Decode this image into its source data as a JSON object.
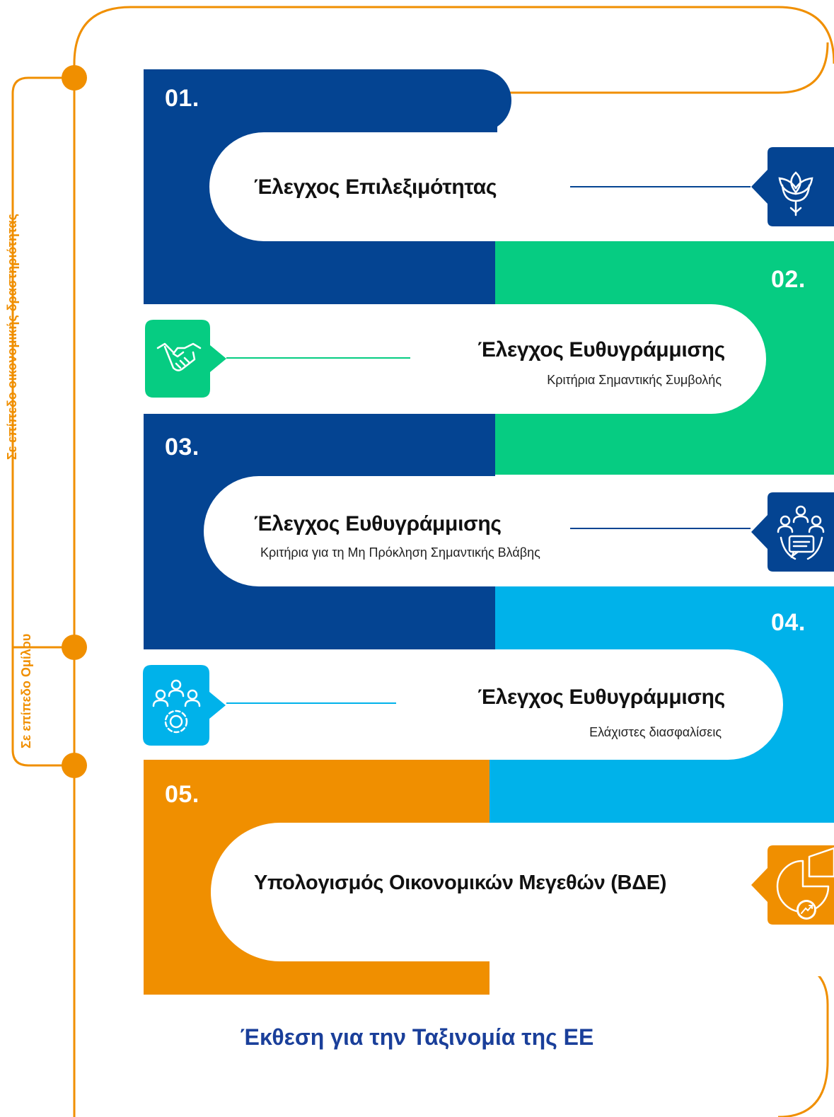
{
  "side_labels": {
    "activity_level": "Σε επίπεδο οικονομικής δραστηριότητας",
    "group_level": "Σε επίπεδο Ομίλου"
  },
  "steps": [
    {
      "number": "01.",
      "title": "Έλεγχος Επιλεξιμότητας",
      "subtitle": "",
      "icon": "plant-icon",
      "color": "#044492"
    },
    {
      "number": "02.",
      "title": "Έλεγχος Ευθυγράμμισης",
      "subtitle": "Κριτήρια Σημαντικής Συμβολής",
      "icon": "handshake-icon",
      "color": "#06cc82"
    },
    {
      "number": "03.",
      "title": "Έλεγχος Ευθυγράμμισης",
      "subtitle": "Κριτήρια για τη Μη Πρόκληση Σημαντικής Βλάβης",
      "icon": "team-discussion-icon",
      "color": "#044492"
    },
    {
      "number": "04.",
      "title": "Έλεγχος Ευθυγράμμισης",
      "subtitle": "Ελάχιστες διασφαλίσεις",
      "icon": "team-gear-icon",
      "color": "#00b2ea"
    },
    {
      "number": "05.",
      "title": "Υπολογισμός Οικονομικών Μεγεθών (ΒΔΕ)",
      "subtitle": "",
      "icon": "pie-chart-growth-icon",
      "color": "#f08f00"
    }
  ],
  "footer": {
    "title": "Έκθεση για την Ταξινομία της ΕΕ"
  },
  "colors": {
    "navy": "#044492",
    "green": "#06cc82",
    "sky": "#00b2ea",
    "orange": "#f08f00",
    "footer_text": "#1a3f9a"
  }
}
